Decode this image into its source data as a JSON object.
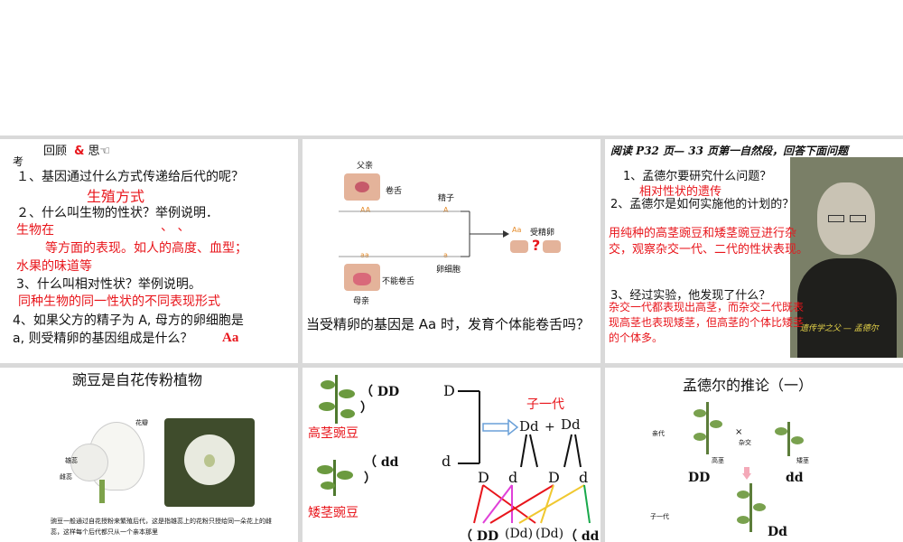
{
  "colors": {
    "red": "#e8151b",
    "black": "#111111",
    "photo_skin": "#e6b59b",
    "leaf": "#4f7a2f"
  },
  "p1": {
    "heading": "回顾 ",
    "amp": "&",
    "heading2": "思",
    "kao": "考",
    "q1": "１、基因通过什么方式传递给后代的呢？",
    "a1": "生殖方式",
    "q2": "２、什么叫生物的性状？举例说明．",
    "a2_l1": "生物在",
    "a2_dots": "、            、",
    "a2_l2": "等方面的表现。如人的高度、血型；",
    "a2_l3": "水果的味道等",
    "q3": "3、什么叫相对性状？举例说明。",
    "a3": "同种生物的同一性状的不同表现形式",
    "q4_l1": "4、如果父方的精子为 A, 母方的卵细胞是",
    "q4_l2": "a, 则受精卵的基因组成是什么？",
    "a4": "Aa"
  },
  "p2": {
    "father": "父亲",
    "roll": "卷舌",
    "sperm": "精子",
    "AA": "AA",
    "A": "A",
    "aa": "aa",
    "a": "a",
    "egg": "卵细胞",
    "noroll": "不能卷舌",
    "mother": "母亲",
    "Aa": "Aa",
    "zygote": "受精卵",
    "qmark": "?",
    "question": "当受精卵的基因是 Aa 时，发育个体能卷舌吗？"
  },
  "p3": {
    "reading": "阅读 P32 页— 33 页第一自然段，回答下面问题",
    "q1": "1、孟德尔要研究什么问题？",
    "a1": "相对性状的遗传",
    "q2": "2、孟德尔是如何实施他的计划的？",
    "a2": "用纯种的高茎豌豆和矮茎豌豆进行杂交，观察杂交一代、二代的性状表现。",
    "q3": "3、经过实验，他发现了什么？",
    "a3": "杂交一代都表现出高茎，而杂交二代既表现高茎也表现矮茎，但高茎的个体比矮茎的个体多。",
    "caption": "遗传学之父 — 孟德尔"
  },
  "p4": {
    "title": "豌豆是自花传粉植物",
    "petal": "花瓣",
    "stamen": "雄蕊",
    "pistil": "雌蕊",
    "caption": "豌豆一般通过自花授粉来繁殖后代，这是指雄蕊上的花粉只授给同一朵花上的雌蕊，这样每个后代都只从一个亲本那里"
  },
  "p5": {
    "DD": "（ DD",
    "paren1": "）",
    "tall": "高茎豌豆",
    "dd": "（ dd",
    "paren2": "）",
    "short": "矮茎豌豆",
    "Dtop": "D",
    "dbot": "d",
    "f1": "子一代",
    "Dd1": "Dd",
    "plus": "+",
    "Dd2": "Dd",
    "g1": "D",
    "g2": "d",
    "g3": "D",
    "g4": "d",
    "o1": "（ DD",
    "o2": "(Dd)",
    "o3": "(Dd)",
    "o4": "（ dd"
  },
  "p6": {
    "title": "孟德尔的推论（一）",
    "parents": "亲代",
    "cross": "×",
    "cross_label": "杂交",
    "tall": "高茎",
    "short": "矮茎",
    "DD": "DD",
    "dd": "dd",
    "f1": "子一代",
    "Dd": "Dd"
  }
}
